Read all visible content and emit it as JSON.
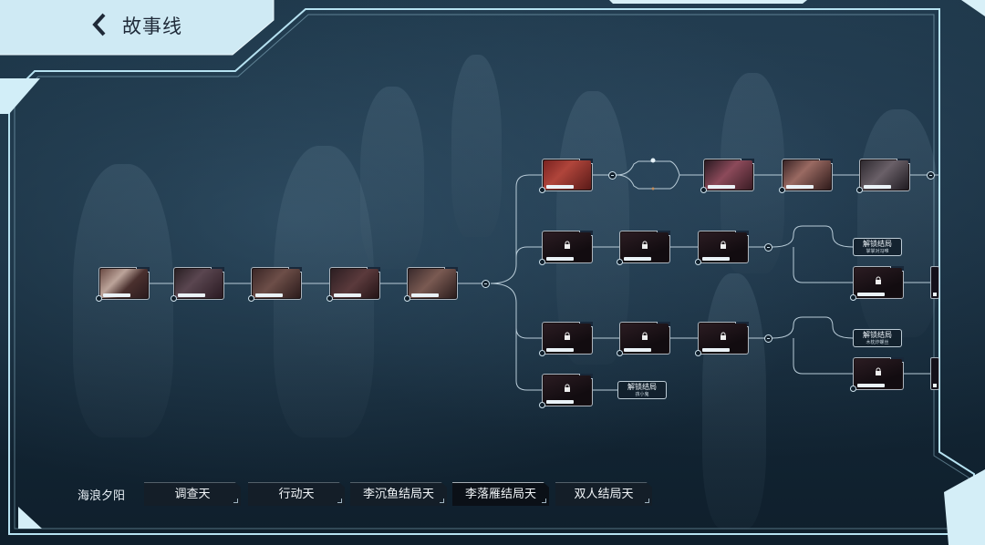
{
  "header": {
    "title": "故事线"
  },
  "endings": {
    "e1": {
      "label": "解锁结局",
      "sub": "孩小鬼"
    },
    "e2": {
      "label": "解锁结局",
      "sub": "掌掌对冯唯"
    },
    "e3": {
      "label": "解锁结局",
      "sub": "木枕炸螺丝"
    }
  },
  "bottom": {
    "chapter": "海浪夕阳",
    "tabs": [
      "调查天",
      "行动天",
      "李沉鱼结局天",
      "李落雁结局天",
      "双人结局天"
    ],
    "active_tab": "李落雁结局天"
  },
  "colors": {
    "frame": "#a9d8ea",
    "accent": "#d4eef7",
    "line": "#b9ccd8"
  },
  "icons": {
    "back": "chevron-left-icon",
    "lock": "lock-icon"
  }
}
